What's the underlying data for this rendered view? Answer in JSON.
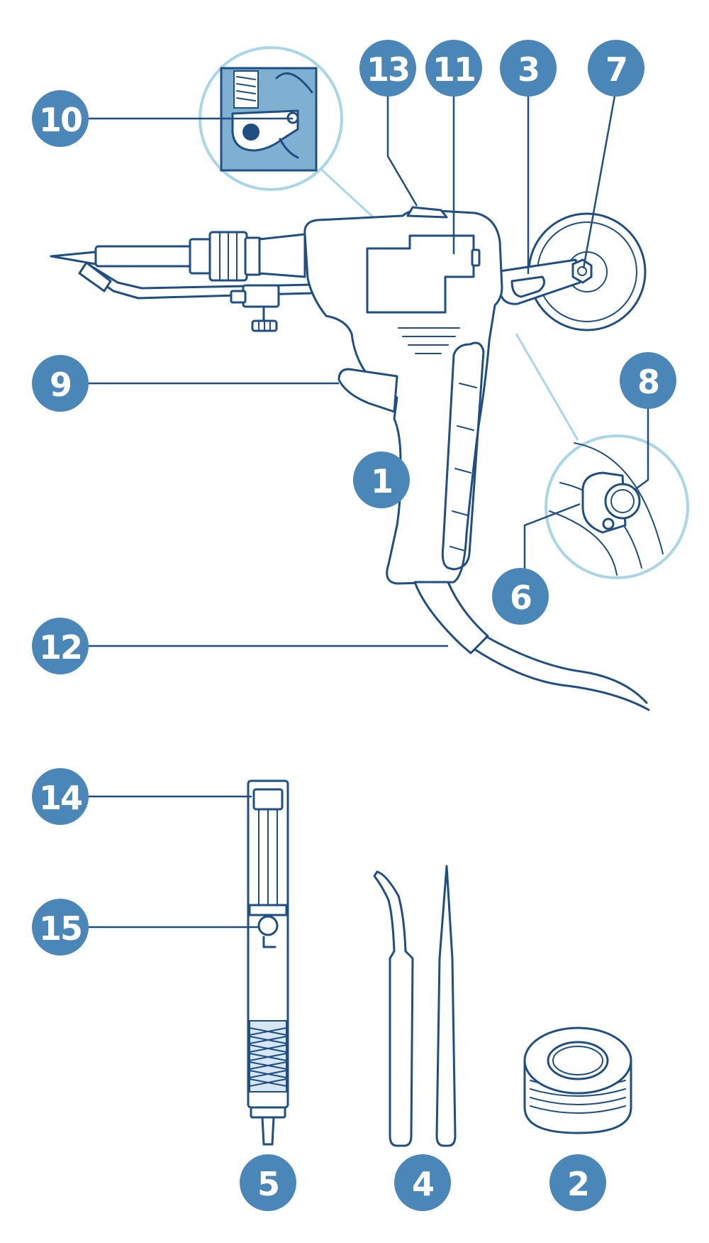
{
  "colors": {
    "outline": "#1f4f82",
    "badge_fill": "#4a86b8",
    "badge_text": "#ffffff",
    "zoom_ring": "#a8d6e6",
    "inset_fill": "#7fb0d2"
  },
  "callouts": {
    "c1": "1",
    "c2": "2",
    "c3": "3",
    "c4": "4",
    "c5": "5",
    "c6": "6",
    "c7": "7",
    "c8": "8",
    "c9": "9",
    "c10": "10",
    "c11": "11",
    "c12": "12",
    "c13": "13",
    "c14": "14",
    "c15": "15"
  }
}
